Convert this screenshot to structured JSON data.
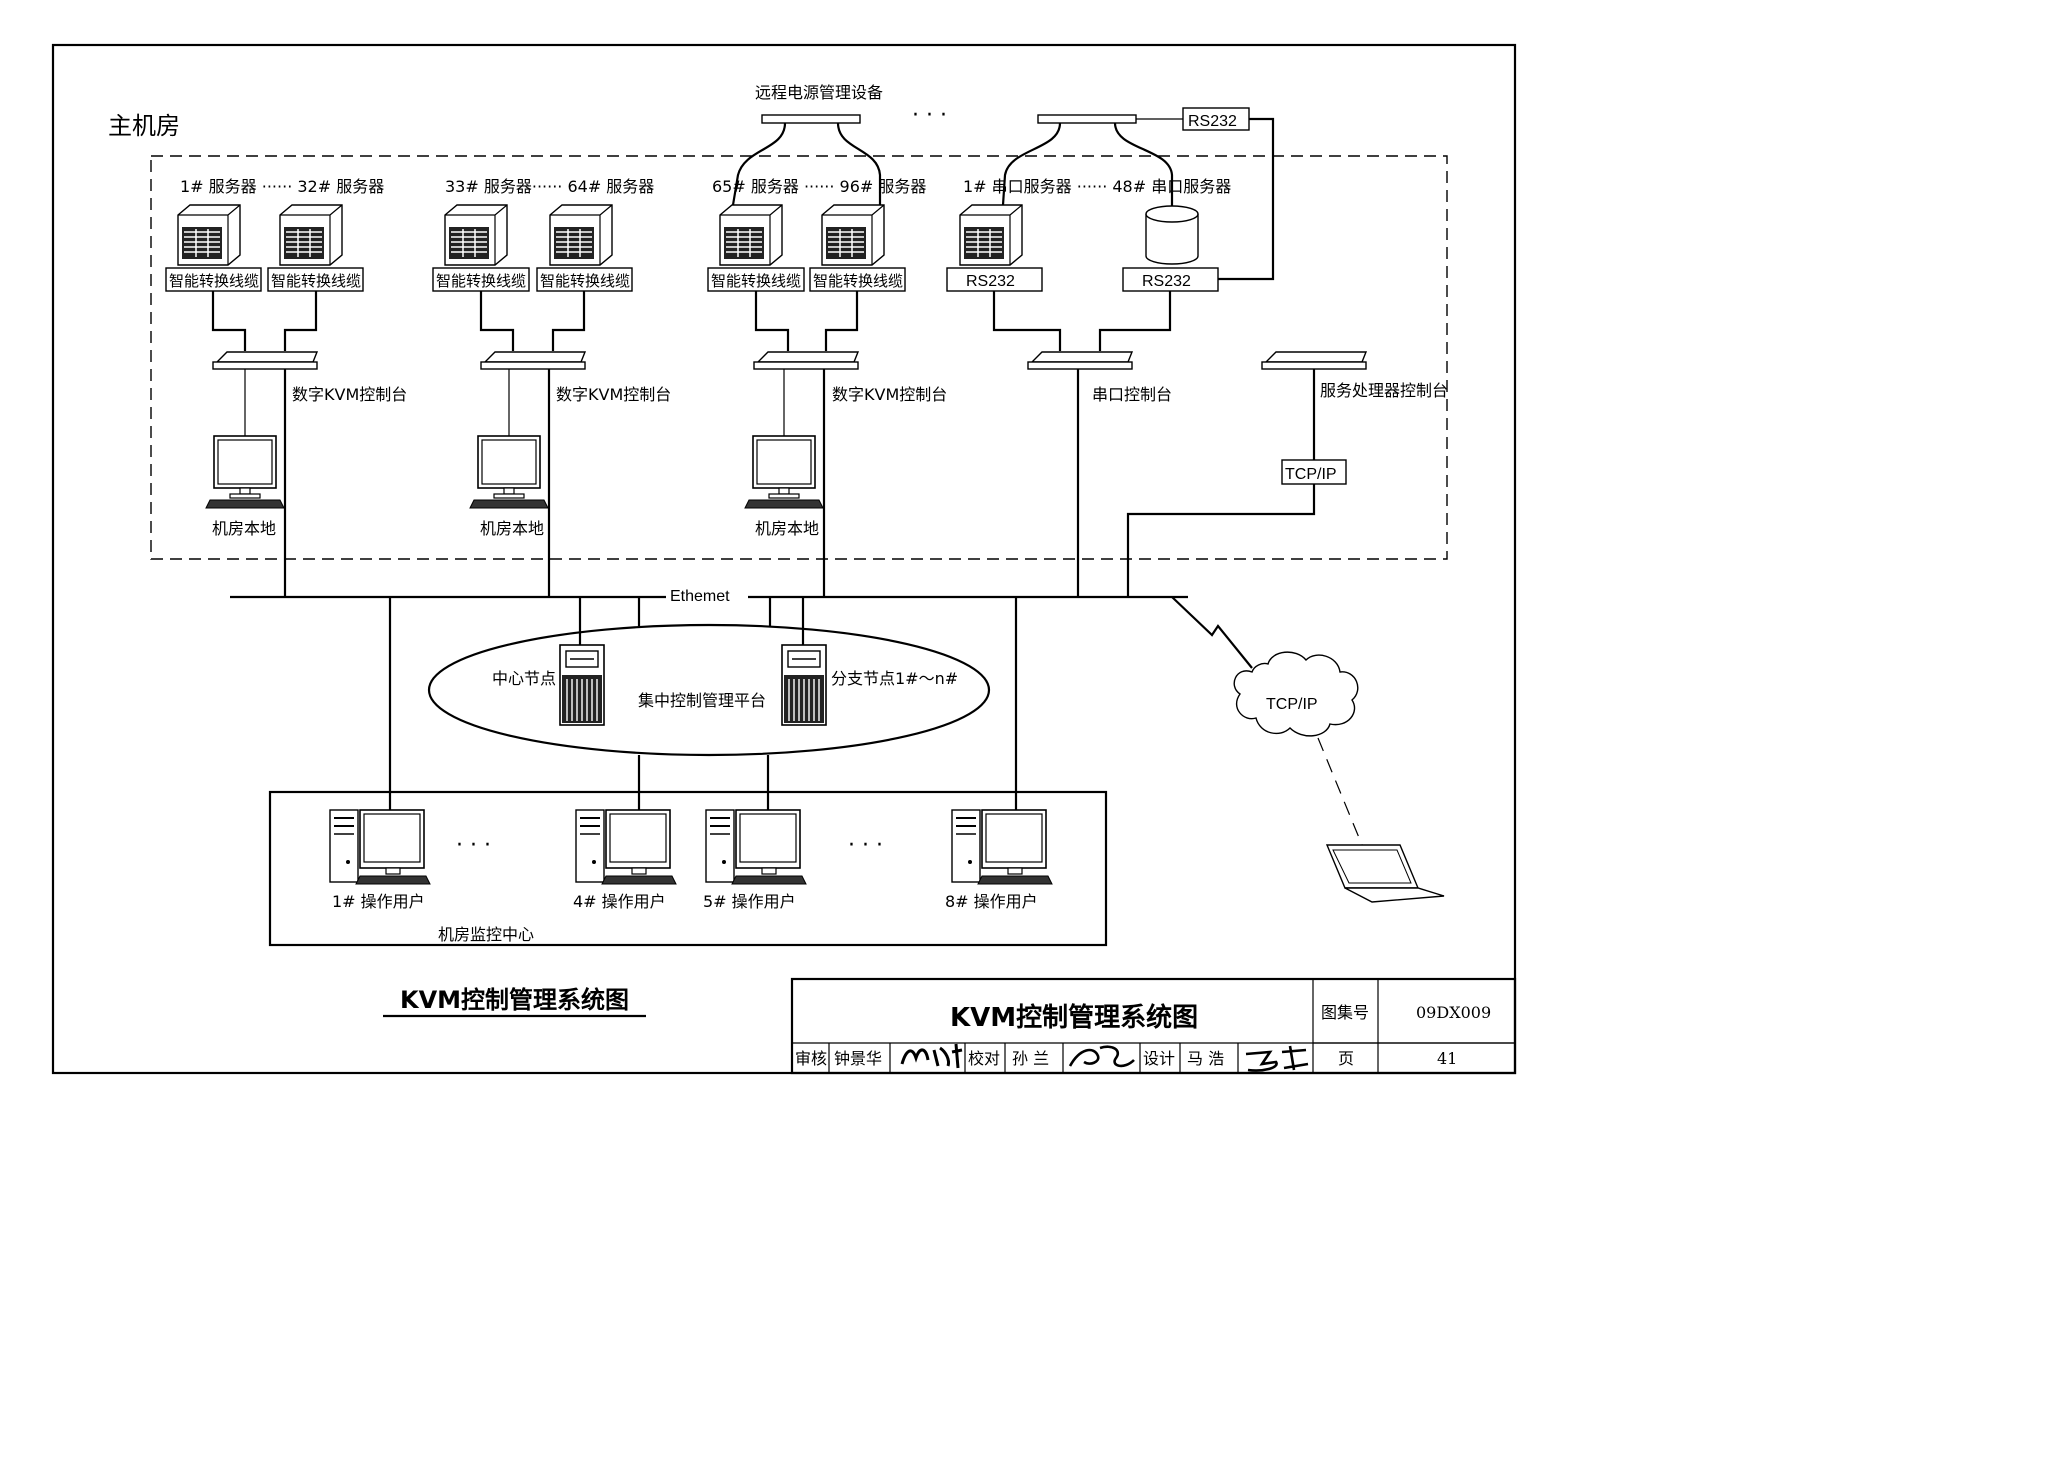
{
  "diagram": {
    "main_room": "主机房",
    "remote_power": "远程电源管理设备",
    "dots": "· · ·",
    "groups": [
      {
        "title": "1# 服务器 ······ 32# 服务器",
        "cable1": "智能转换线缆",
        "cable2": "智能转换线缆",
        "console": "数字KVM控制台",
        "local": "机房本地"
      },
      {
        "title": "33# 服务器······ 64# 服务器",
        "cable1": "智能转换线缆",
        "cable2": "智能转换线缆",
        "console": "数字KVM控制台",
        "local": "机房本地"
      },
      {
        "title": "65# 服务器 ······ 96# 服务器",
        "cable1": "智能转换线缆",
        "cable2": "智能转换线缆",
        "console": "数字KVM控制台",
        "local": "机房本地"
      }
    ],
    "serial_group": {
      "title": "1# 串口服务器 ······ 48# 串口服务器",
      "rs1": "RS232",
      "rs2": "RS232",
      "rs_top": "RS232",
      "console": "串口控制台"
    },
    "service_processor": {
      "label": "服务处理器控制台",
      "tcp": "TCP/IP"
    },
    "network": {
      "ethernet": "Ethemet",
      "cloud": "TCP/IP"
    },
    "platform": {
      "center": "中心节点",
      "name": "集中控制管理平台",
      "branch": "分支节点1#～n#"
    },
    "monitor": {
      "name": "机房监控中心",
      "users": [
        "1# 操作用户",
        "4# 操作用户",
        "5# 操作用户",
        "8# 操作用户"
      ],
      "dots": "· · ·"
    },
    "caption": "KVM控制管理系统图"
  },
  "title_block": {
    "title": "KVM控制管理系统图",
    "atlas_label": "图集号",
    "atlas_no": "09DX009",
    "review_label": "审核",
    "reviewer": "钟景华",
    "check_label": "校对",
    "checker": "孙 兰",
    "design_label": "设计",
    "designer": "马 浩",
    "page_label": "页",
    "page_no": "41"
  }
}
